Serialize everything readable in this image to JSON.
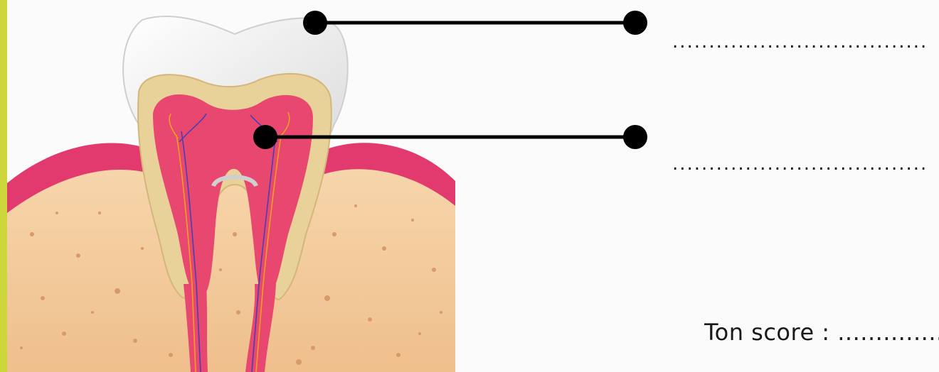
{
  "labels": {
    "answer_1": "...................................",
    "answer_2": "...................................",
    "score_text": "Ton score : ................"
  },
  "colors": {
    "accent_bar": "#cdd63a",
    "gum": "#e23a6e",
    "bone": "#f4c99a",
    "enamel": "#f5f5f5",
    "dentin": "#e9d19a",
    "pulp": "#e8476f",
    "leader_line": "#000000"
  },
  "icons": {
    "pointer_dot": "filled-circle",
    "tooth": "tooth-cross-section"
  }
}
